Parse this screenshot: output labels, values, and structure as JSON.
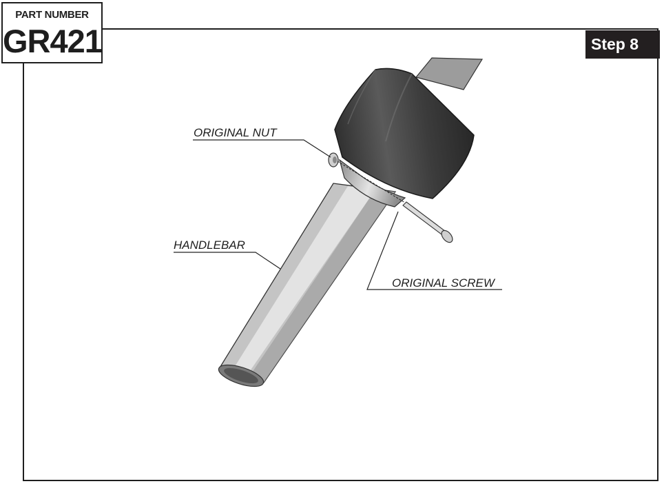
{
  "header": {
    "part_caption": "PART NUMBER",
    "part_number": "GR421",
    "step_label": "Step 8"
  },
  "callouts": {
    "original_nut": "ORIGINAL NUT",
    "handlebar": "HANDLEBAR",
    "original_screw": "ORIGINAL SCREW"
  },
  "colors": {
    "frame": "#1e1e1e",
    "step_badge_bg": "#231f20",
    "step_badge_text": "#ffffff",
    "grip": "#4a4a4a",
    "tube": "#c8c8c8"
  }
}
